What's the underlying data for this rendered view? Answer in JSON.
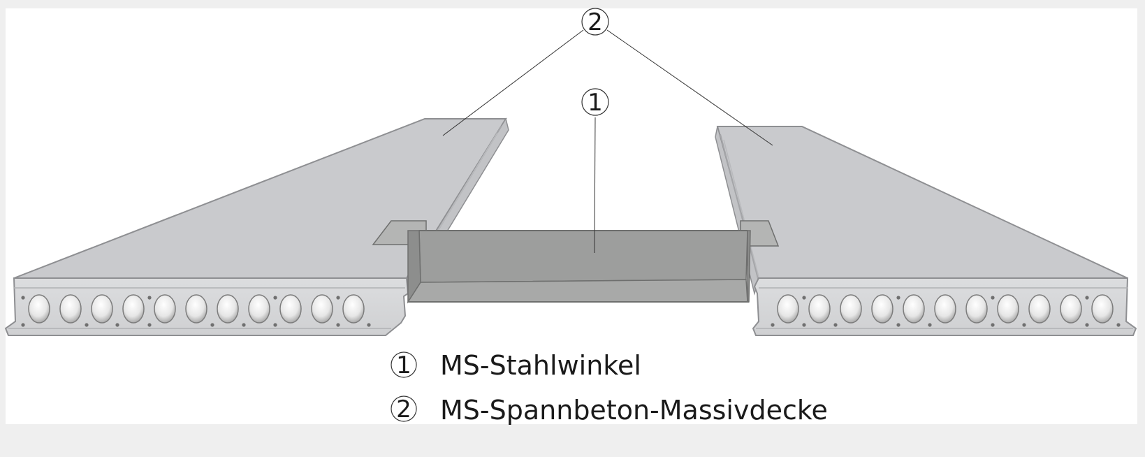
{
  "colors": {
    "page_background": "#efefef",
    "canvas": "#ffffff",
    "slab_top": "#c9cacd",
    "slab_side": "#d6d7d9",
    "slab_edge": "#8e8f92",
    "steel_angle": "#a9aaa9",
    "steel_dark": "#8a8b8a",
    "text": "#1a1a1a"
  },
  "callouts": {
    "steel_angle_number": "1",
    "hollowcore_slab_number": "2"
  },
  "legend": {
    "items": [
      {
        "number": "1",
        "label": "MS-Stahlwinkel"
      },
      {
        "number": "2",
        "label": "MS-Spannbeton-Massivdecke"
      }
    ]
  }
}
